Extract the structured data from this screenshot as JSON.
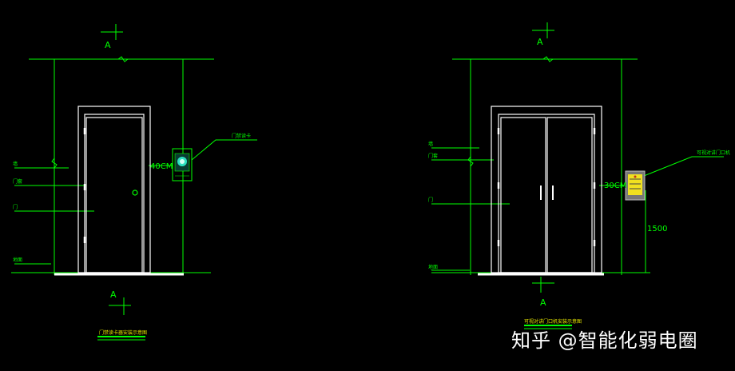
{
  "colors": {
    "background": "#000000",
    "line_green": "#00ff00",
    "door_white": "#ffffff",
    "device_teal": "#2fe0c0",
    "device_yellow": "#f0e020",
    "label_yellow": "#e8e800"
  },
  "left_elevation": {
    "section_top": "A",
    "section_bottom": "A",
    "dim_label": "40CM",
    "callout_device": "门禁读卡",
    "side_labels": [
      "墙",
      "门套",
      "门",
      "地面"
    ],
    "title": "门禁读卡器安装示意图"
  },
  "right_elevation": {
    "section_top": "A",
    "section_bottom": "A",
    "dim_label": "30CM",
    "height_label": "1500",
    "callout_device": "可视对讲门口机",
    "side_labels": [
      "墙",
      "门套",
      "门",
      "地面"
    ],
    "title": "可视对讲门口机安装示意图"
  },
  "watermark": "知乎 @智能化弱电圈"
}
